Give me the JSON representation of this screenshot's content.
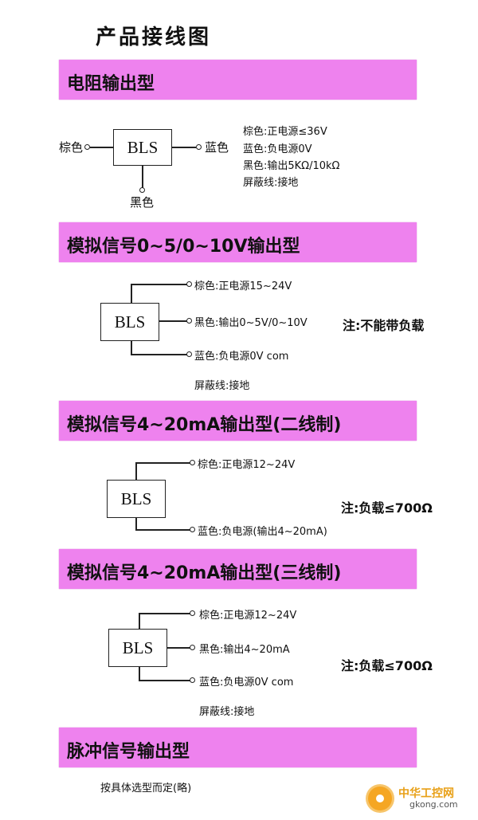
{
  "title": "产品接线图",
  "sections": [
    {
      "header": "电阻输出型",
      "box": "BLS",
      "left_label": "棕色",
      "right_label": "蓝色",
      "bottom_label": "黑色",
      "legend": [
        "棕色:正电源≤36V",
        "蓝色:负电源0V",
        "黑色:输出5KΩ/10kΩ",
        "屏蔽线:接地"
      ]
    },
    {
      "header": "模拟信号0~5/0~10V输出型",
      "box": "BLS",
      "wires": [
        "棕色:正电源15~24V",
        "黑色:输出0~5V/0~10V",
        "蓝色:负电源0V com"
      ],
      "shield": "屏蔽线:接地",
      "note": "注:不能带负载"
    },
    {
      "header": "模拟信号4~20mA输出型(二线制)",
      "box": "BLS",
      "wires": [
        "棕色:正电源12~24V",
        "蓝色:负电源(输出4~20mA)"
      ],
      "note": "注:负载≤700Ω"
    },
    {
      "header": "模拟信号4~20mA输出型(三线制)",
      "box": "BLS",
      "wires": [
        "棕色:正电源12~24V",
        "黑色:输出4~20mA",
        "蓝色:负电源0V com"
      ],
      "shield": "屏蔽线:接地",
      "note": "注:负载≤700Ω"
    },
    {
      "header": "脉冲信号输出型",
      "body": "按具体选型而定(略)"
    }
  ],
  "watermark": {
    "name": "中华工控网",
    "url": "gkong.com",
    "icon": "gear-icon"
  }
}
